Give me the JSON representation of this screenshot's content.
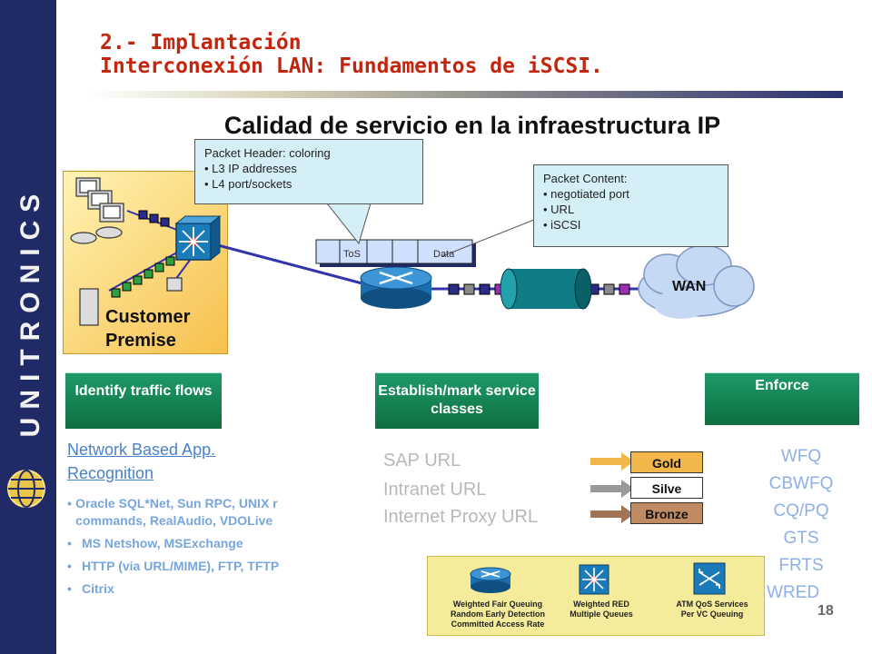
{
  "sidebar": {
    "brand": "UNITRONICS"
  },
  "header": {
    "title_line1": "2.- Implantación",
    "title_line2": "Interconexión LAN: Fundamentos de iSCSI.",
    "headline": "Calidad de servicio en la infraestructura IP"
  },
  "diagram": {
    "premise_line1": "Customer",
    "premise_line2": "Premise",
    "wan_label": "WAN",
    "packet_tos": "ToS",
    "packet_data": "Data",
    "callout_header": {
      "title": "Packet Header: coloring",
      "items": [
        "L3 IP addresses",
        "L4 port/sockets"
      ]
    },
    "callout_content": {
      "title": "Packet Content:",
      "items": [
        "negotiated port",
        "URL",
        "iSCSI"
      ]
    }
  },
  "steps": {
    "identify": "Identify traffic flows",
    "establish": "Establish/mark service classes",
    "enforce": "Enforce"
  },
  "identify_column": {
    "heading": "Network Based App. Recognition",
    "bullets": [
      "Oracle SQL*Net, Sun RPC, UNIX r commands, RealAudio, VDOLive",
      "MS Netshow, MSExchange",
      "HTTP (via URL/MIME), FTP, TFTP",
      "Citrix"
    ]
  },
  "establish_column": {
    "urls": [
      "SAP URL",
      "Intranet URL",
      "Internet Proxy URL"
    ],
    "classes": [
      {
        "label": "Gold",
        "color": "#f2b64a"
      },
      {
        "label": "Silve",
        "color": "#ffffff"
      },
      {
        "label": "Bronze",
        "color": "#c08a63"
      }
    ]
  },
  "enforce_column": {
    "items": [
      "WFQ",
      "CBWFQ",
      "CQ/PQ",
      "GTS",
      "FRTS",
      "WRED"
    ]
  },
  "bottom_panel": {
    "wfq_label": [
      "Weighted Fair Queuing",
      "Random Early Detection",
      "Committed Access Rate"
    ],
    "wred_label": [
      "Weighted RED",
      "Multiple Queues"
    ],
    "atm_label": [
      "ATM QoS Services",
      "Per VC Queuing"
    ]
  },
  "page_number": "18",
  "colors": {
    "sidebar": "#1f2a66",
    "title": "#c2260f",
    "step_green": "#148455",
    "callout": "#d4eff6",
    "link": "#4a82c8"
  }
}
